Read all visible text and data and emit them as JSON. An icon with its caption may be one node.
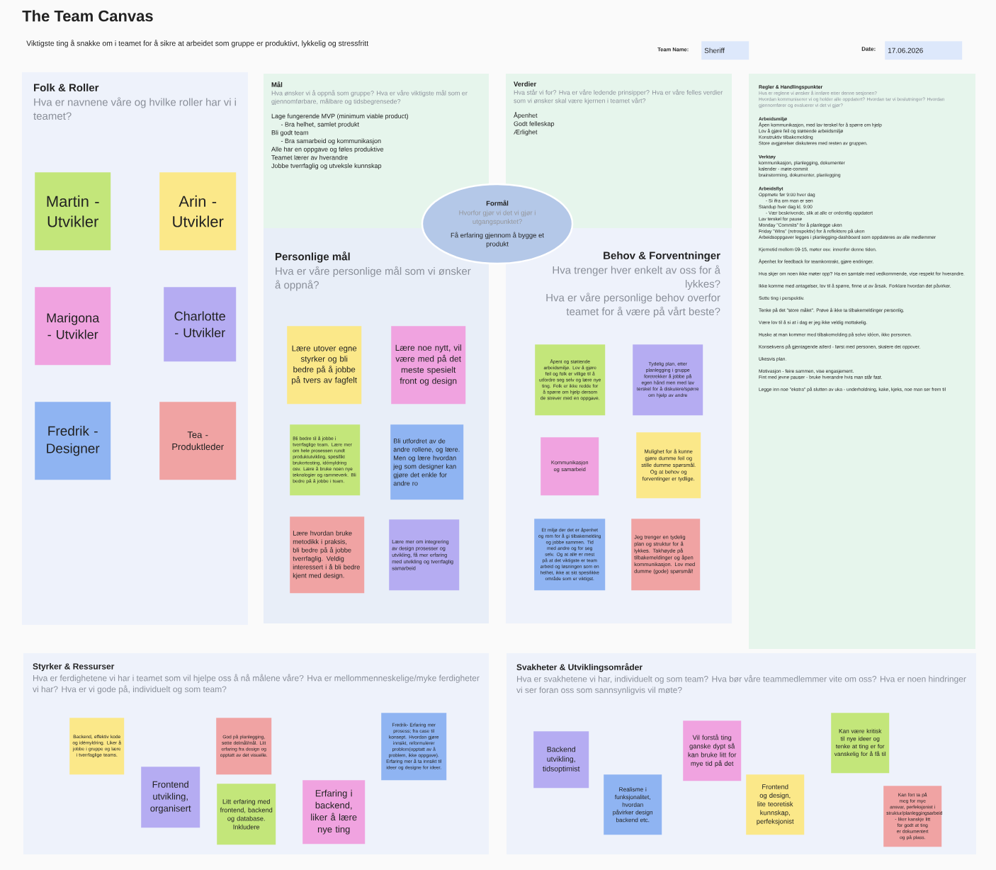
{
  "diagram": {
    "title": "The Team Canvas",
    "nodes": [
      {
        "text": [
          "Folk & Roller",
          "Hva er navnene våre og hvilke roller har vi i teamet?"
        ]
      },
      {
        "text": [
          "Martin - Utvikler"
        ],
        "in": 0
      },
      {
        "text": [
          "Arin - Utvikler"
        ],
        "in": 0
      },
      {
        "text": [
          "Marigona - Utvikler"
        ],
        "in": 0
      },
      {
        "text": [
          "Charlotte - Utvikler"
        ],
        "in": 0
      },
      {
        "text": [
          "Fredrik - Designer"
        ],
        "in": 0
      },
      {
        "text": [
          "Tea - Produktleder"
        ],
        "in": 0
      },
      {
        "text": [
          "Mål",
          "Hva ønsker vi å oppnå som gruppe? Hva er våre viktigste mål som er gjennomførbare, målbare og tidsbegrensede?",
          "Lage fungerende MVP (minimum viable product)",
          "- Bra helhet, samlet produkt",
          "Bli godt team",
          "- Bra samarbeid og kommunikasjon",
          "Alle har en oppgave og føles produktive",
          "Teamet lærer av hverandre",
          "Jobbe tverrfaglig og utveksle kunnskap"
        ]
      },
      {
        "text": [
          "Verdier",
          "Hva står vi for? Hva er våre ledende prinsipper? Hva er våre felles verdier som vi ønsker skal være kjernen i teamet vårt?",
          "Åpenhet",
          "Godt felleskap",
          "Ærlighet"
        ]
      },
      {
        "text": [
          "Formål",
          "Hvorfor gjør vi det vi gjør i utgangspunktet?",
          "Få erfaring gjennom å bygge et produkt"
        ]
      },
      {
        "text": [
          "Personlige mål",
          "Hva er våre personlige mål som vi ønsker å oppnå?"
        ]
      },
      {
        "text": [
          "Lære utover egne styrker og bli bedre på å jobbe på tvers av fagfelt"
        ],
        "in": 10
      },
      {
        "text": [
          "Lære noe nytt, vil være med på det meste spesielt front og design"
        ],
        "in": 10
      },
      {
        "text": [
          "Bli bedre til å jobbe i tverrfaglige team. Lære mer om hele prosessen rundt produktutvikling, spesifikt brukertesting, idémyldring osv. Lære å bruke noen nye teknologier og rammeverk. Bli bedre på å jobbe i team."
        ],
        "in": 10
      },
      {
        "text": [
          "Bli utfordret av de andre rollene, og lære. Men og lære hvordan jeg som designer kan gjøre det enkle for andre ro"
        ],
        "in": 10
      },
      {
        "text": [
          "Lære hvordan bruke metodikk i praksis, bli bedre på å jobbe tverrfaglig. Veldig interessert i å bli bedre kjent med design."
        ],
        "in": 10
      },
      {
        "text": [
          "Lære mer om integrering av design prosesser og utvikling, få mer erfaring med utvikling og tverrfaglig samarbeid"
        ],
        "in": 10
      },
      {
        "text": [
          "Behov & Forventninger",
          "Hva trenger hver enkelt av oss for å lykkes?",
          "Hva er våre personlige behov overfor teamet for å være på vårt beste?"
        ]
      },
      {
        "text": [
          "Åpent og støttende arbeidsmiljø. Lov å gjøre feil og folk er villige til å utfordre seg selv og lære nye ting. Folk er ikke redde for å spørre om hjelp dersom de strever med en oppgave."
        ],
        "in": 17
      },
      {
        "text": [
          "Tydelig plan, etter planlegging i gruppe foretrekker å jobbe på egen hånd men med lav terskel for å diskutere/spørre om hjelp av andre"
        ],
        "in": 17
      },
      {
        "text": [
          "Kommunikasjon og samarbeid"
        ],
        "in": 17
      },
      {
        "text": [
          "Mulighet for å kunne gjøre dumme feil og stille dumme spørsmål. Og at behov og forventinger er tydlige."
        ],
        "in": 17
      },
      {
        "text": [
          "Et miljø der det er åpenhet og rom for å gi tilbakemelding og jobbe sammen. Tid med andre og for seg selv. Og at alle er mest på at det viktigste er team arbeid og løsningen som en helhet, ikke at sitt spesifikke område som er viktigst."
        ],
        "in": 17
      },
      {
        "text": [
          "Jeg trenger en tydelig plan og struktur for å lykkes. Takhøyde på tilbakemeldinger og åpen kommunikasjon. Lov med dumme (gode) spørsmål!"
        ],
        "in": 17
      },
      {
        "text": [
          "Regler & Handlingspunkter",
          "Hva er reglene vi ønsker å innføre etter denne sesjonen?",
          "Hvordan kommuniserer vi og holder alle oppdatert? Hvordan tar vi beslutninger? Hvordan gjennomfører og evaluerer vi det vi gjør?",
          "Arbeidsmiljø",
          "Åpen kommunikasjon, med lav terskel for å spørre om hjelp",
          "Lov å gjøre feil og støttende arbeidsmiljø",
          "Konstruktiv tilbakemelding",
          "Store avgjørelser diskuteres med resten av gruppen.",
          "Verktøy",
          "kommunikasjon, planlegging, dokumenter",
          "kalender - møte-commit",
          "brainstorming, dokumenter, planlegging",
          "Arbeidsflyt",
          "Oppmøte før 9:00 hver dag",
          "- Si ifra om man er sen",
          "Standup hver dag kl. 9:00",
          "- Vær beskrivende, slik at alle er ordentlig oppdatert",
          "Lav terskel for pause",
          "Monday \"Commits\" for å planlegge uken",
          "Friday \"Wins\" (retrospektiv) for å reflektere på uken",
          "Arbeidsoppgaver legges i planlegging-dashboard som oppdateres av alle medlemmer",
          "Kjernetid mellom 09-15, møter osv. innenfor denne tiden.",
          "Åpenhet for feedback for teamkontrakt, gjøre endringer.",
          "Hva skjer om noen ikke møter opp? Ha en samtale med vedkommende, vise respekt for hverandre.",
          "Ikke komme med antagelser, lov til å spørre, finne ut av årsak. Forklare hvordan det påvirker.",
          "Sette ting i perspektiv.",
          "Tenke på det \"store målet\". Prøve å ikke ta tilbakemeldinger personlig.",
          "Være lov til å si at i dag er jeg ikke veldig mottakelig.",
          "Huske at man kommer med tilbakemelding på selve idéen, ikke personen.",
          "Konsekvens på gjentagende atferd - først med personen, skalere det oppover.",
          "Ukesvis plan.",
          "Motivasjon - feire sammen, vise engasjement.",
          "Fint med jevne pauser - bruke hverandre hvis man står fast.",
          "Legge inn noe \"ekstra\" på slutten av uka - underholdning, kake, kjeks, noe man ser frem til"
        ]
      },
      {
        "text": [
          "Styrker & Ressurser",
          "Hva er ferdighetene vi har i teamet som vil hjelpe oss å nå målene våre? Hva er mellommenneskelige/myke ferdigheter vi har? Hva er vi gode på, individuelt og som team?"
        ]
      },
      {
        "text": [
          "Backend, effektiv kode og idémyldring. Liker å jobbe i gruppe og lære i tverrfaglige teams."
        ],
        "in": 25
      },
      {
        "text": [
          "God på planlegging, sette delmål/mål. Litt erfaring fra design og opptatt av det visuelle."
        ],
        "in": 25
      },
      {
        "text": [
          "Fredrik- Erfaring mer prosess; fra case til konsept. Hvordan gjøre innsikt, reformulerer problem(opptatt av å problem, ikke oppgave). Erfaring mer å ta innsikt til ideer og designe for ideer."
        ],
        "in": 25
      },
      {
        "text": [
          "Frontend utvikling, organisert"
        ],
        "in": 25
      },
      {
        "text": [
          "Litt erfaring med frontend, backend og database. Inkludere"
        ],
        "in": 25
      },
      {
        "text": [
          "Erfaring i backend, liker å lære nye ting"
        ],
        "in": 25
      },
      {
        "text": [
          "Svakheter & Utviklingsområder",
          "Hva er svakhetene vi har, individuelt og som team? Hva bør våre teammedlemmer vite om oss? Hva er noen hindringer vi ser foran oss som sannsynligvis vil møte?"
        ]
      },
      {
        "text": [
          "Kan være kritisk til nye ideer og tenke at ting er for vanskelig for å få til"
        ],
        "in": 32
      },
      {
        "text": [
          "Vil forstå ting ganske dypt så kan bruke litt for mye tid på det"
        ],
        "in": 32
      },
      {
        "text": [
          "Backend utvikling, tidsoptimist"
        ],
        "in": 32
      },
      {
        "text": [
          "Realisme i funksjonalitet, hvordan påvirker design backend etc."
        ],
        "in": 32
      },
      {
        "text": [
          "Frontend og design, lite teoretisk kunnskap, perfeksjonist"
        ],
        "in": 32
      },
      {
        "text": [
          "Kan fort ta på meg for mye ansvar, perfeksjonist i struktur/planleggingsarbeid - liker kanskje litt for godt at ting er dokumentert og på plass."
        ],
        "in": 32
      }
    ],
    "labels": [
      "Viktigste ting å snakke om i teamet for å sikre at arbeidet som gruppe er produktivt, lykkelig og stressfritt",
      "Team Name:",
      "Sheriff",
      "Date:",
      "17.06.2026"
    ]
  }
}
